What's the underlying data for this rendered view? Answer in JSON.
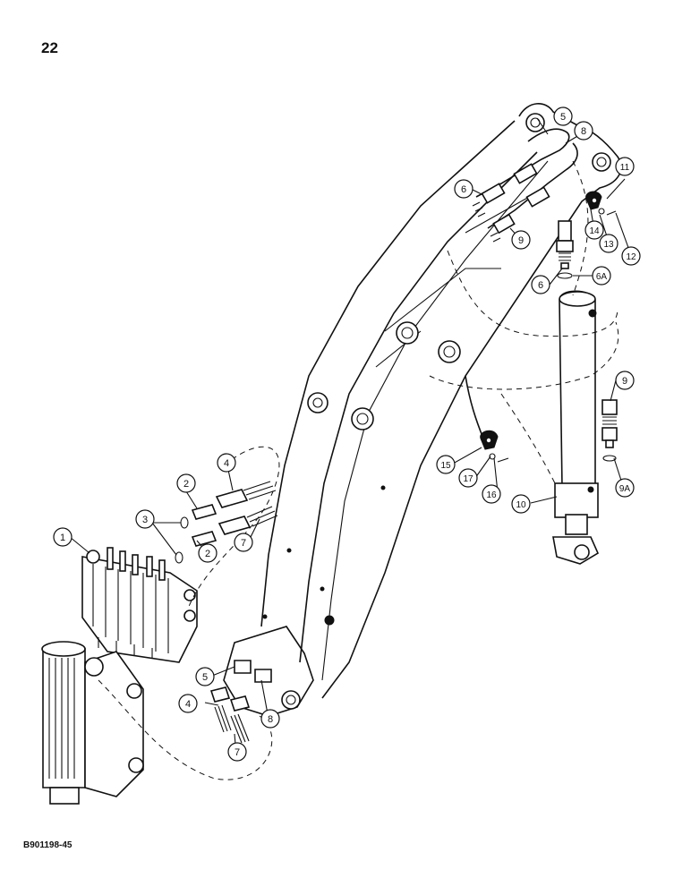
{
  "page_number": "22",
  "drawing_code": "B901198-45",
  "callouts": [
    {
      "id": "c1",
      "label": "1"
    },
    {
      "id": "c2a",
      "label": "2"
    },
    {
      "id": "c2b",
      "label": "2"
    },
    {
      "id": "c3",
      "label": "3"
    },
    {
      "id": "c4a",
      "label": "4"
    },
    {
      "id": "c4b",
      "label": "4"
    },
    {
      "id": "c5a",
      "label": "5"
    },
    {
      "id": "c5b",
      "label": "5"
    },
    {
      "id": "c6a",
      "label": "6"
    },
    {
      "id": "c6b",
      "label": "6"
    },
    {
      "id": "c6A",
      "label": "6A"
    },
    {
      "id": "c7a",
      "label": "7"
    },
    {
      "id": "c7b",
      "label": "7"
    },
    {
      "id": "c8a",
      "label": "8"
    },
    {
      "id": "c8b",
      "label": "8"
    },
    {
      "id": "c9a",
      "label": "9"
    },
    {
      "id": "c9b",
      "label": "9"
    },
    {
      "id": "c9A",
      "label": "9A"
    },
    {
      "id": "c10",
      "label": "10"
    },
    {
      "id": "c11",
      "label": "11"
    },
    {
      "id": "c12",
      "label": "12"
    },
    {
      "id": "c13",
      "label": "13"
    },
    {
      "id": "c14",
      "label": "14"
    },
    {
      "id": "c15",
      "label": "15"
    },
    {
      "id": "c16",
      "label": "16"
    },
    {
      "id": "c17",
      "label": "17"
    }
  ]
}
